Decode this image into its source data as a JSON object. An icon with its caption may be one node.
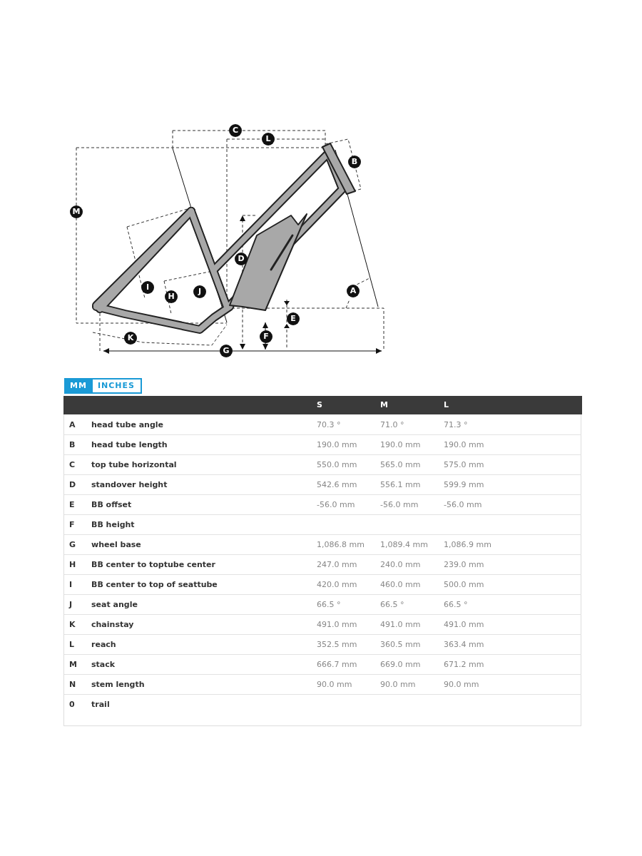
{
  "diagram": {
    "labels": [
      "C",
      "L",
      "B",
      "M",
      "D",
      "I",
      "H",
      "J",
      "A",
      "E",
      "K",
      "F",
      "G",
      "MM",
      "INCHES",
      "S",
      "M",
      "L",
      "A",
      "head tube angle",
      "70.3 °",
      "71.0 °",
      "71.3 °",
      "B",
      "head tube length",
      "190.0 mm",
      "190.0 mm",
      "190.0 mm",
      "C",
      "top tube horizontal",
      "550.0 mm",
      "565.0 mm",
      "575.0 mm",
      "D",
      "standover height",
      "542.6 mm",
      "556.1 mm",
      "599.9 mm",
      "E",
      "BB offset",
      "-56.0 mm",
      "-56.0 mm",
      "-56.0 mm",
      "F",
      "BB height",
      "G",
      "wheel base",
      "1,086.8 mm",
      "1,089.4 mm",
      "1,086.9 mm",
      "H",
      "BB center to toptube center",
      "247.0 mm",
      "240.0 mm",
      "239.0 mm",
      "I",
      "BB center to top of seattube",
      "420.0 mm",
      "460.0 mm",
      "500.0 mm",
      "J",
      "seat angle",
      "66.5 °",
      "66.5 °",
      "66.5 °",
      "K",
      "chainstay",
      "491.0 mm",
      "491.0 mm",
      "491.0 mm",
      "L",
      "reach",
      "352.5 mm",
      "360.5 mm",
      "363.4 mm",
      "M",
      "stack",
      "666.7 mm",
      "669.0 mm",
      "671.2 mm",
      "N",
      "stem length",
      "90.0 mm",
      "90.0 mm",
      "90.0 mm",
      "0",
      "trail"
    ]
  }
}
